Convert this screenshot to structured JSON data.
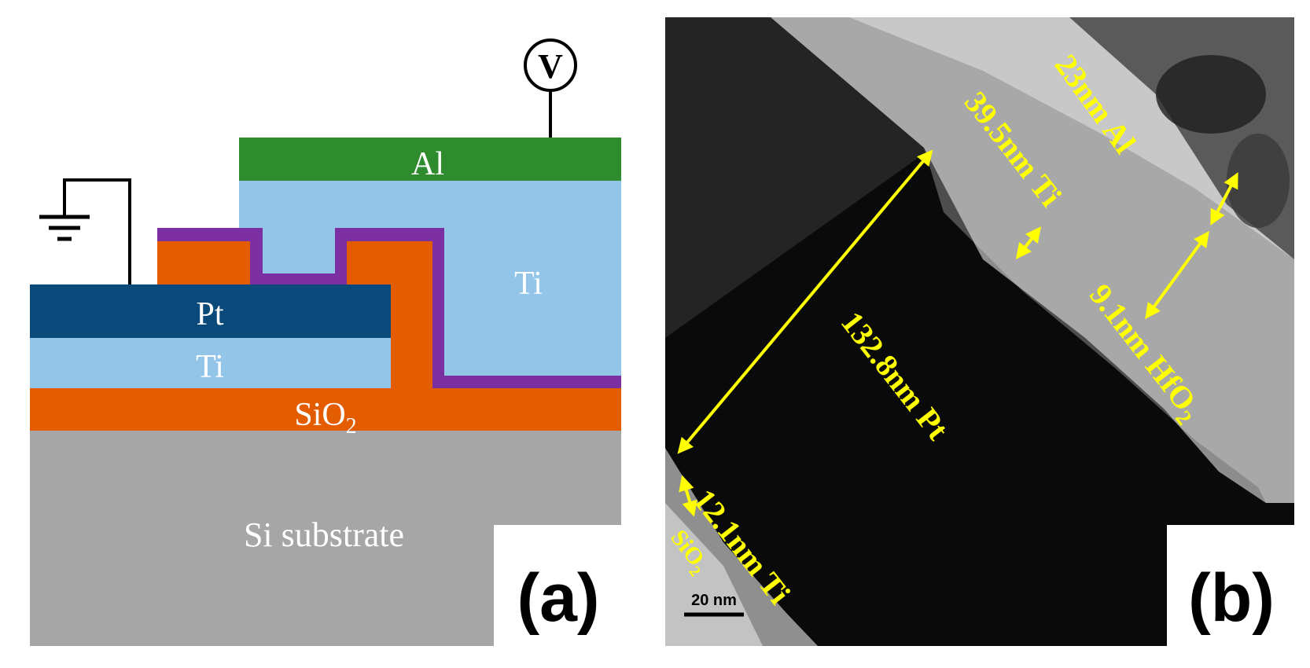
{
  "panel_a": {
    "panel_label": "(a)",
    "layers": {
      "al": "Al",
      "ti_top": "Ti",
      "pt": "Pt",
      "ti_bottom": "Ti",
      "sio2": "SiO",
      "sio2_sub": "2",
      "substrate": "Si substrate"
    },
    "voltmeter": "V",
    "colors": {
      "al": "#2e8b2e",
      "ti": "#92c5e8",
      "pt": "#0a4a7a",
      "sio2": "#e35d00",
      "hfo2": "#7b2fa0",
      "substrate": "#a6a6a6"
    }
  },
  "panel_b": {
    "panel_label": "(b)",
    "annotation_color": "#ffff00",
    "labels": {
      "al": "23nm Al",
      "ti": "39.5nm Ti",
      "hfo2": "9.1nm HfO",
      "hfo2_sub": "2",
      "pt": "132.8nm Pt",
      "ti_bottom": "12.1nm Ti",
      "sio2": "SiO",
      "sio2_sub": "2"
    },
    "scale_bar": "20 nm"
  }
}
